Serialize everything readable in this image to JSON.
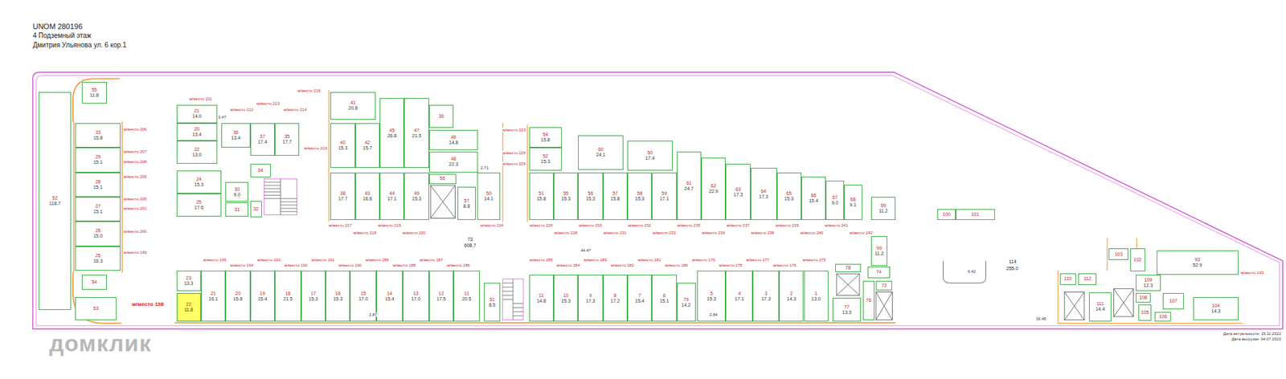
{
  "diagram": {
    "title": "UNOM 280196",
    "nodes": [
      {
        "text": [
          "55",
          "11.8"
        ]
      },
      {
        "text": [
          "52",
          "118.7"
        ]
      },
      {
        "text": [
          "33",
          "15.8"
        ]
      },
      {
        "text": [
          "29",
          "15.1"
        ]
      },
      {
        "text": [
          "28",
          "15.1"
        ]
      },
      {
        "text": [
          "27",
          "15.1"
        ]
      },
      {
        "text": [
          "26",
          "15.0"
        ]
      },
      {
        "text": [
          "25",
          "16.3"
        ]
      },
      {
        "text": [
          "54"
        ]
      },
      {
        "text": [
          "53"
        ]
      },
      {
        "text": [
          "21",
          "14.0"
        ]
      },
      {
        "text": [
          "20",
          "13.4"
        ]
      },
      {
        "text": [
          "36",
          "13.4"
        ]
      },
      {
        "text": [
          "37",
          "17.4"
        ]
      },
      {
        "text": [
          "35",
          "17.7"
        ]
      },
      {
        "text": [
          "22",
          "13.0"
        ]
      },
      {
        "text": [
          "24",
          "15.3"
        ]
      },
      {
        "text": [
          "25",
          "17.6"
        ]
      },
      {
        "text": [
          "34"
        ]
      },
      {
        "text": [
          "30",
          "9.0"
        ]
      },
      {
        "text": [
          "31"
        ]
      },
      {
        "text": [
          "32"
        ]
      },
      {
        "text": [
          "41",
          "20.8"
        ]
      },
      {
        "text": [
          "40",
          "15.3"
        ]
      },
      {
        "text": [
          "42",
          "15.7"
        ]
      },
      {
        "text": [
          "45",
          "26.8"
        ]
      },
      {
        "text": [
          "47",
          "21.5"
        ]
      },
      {
        "text": [
          "36"
        ]
      },
      {
        "text": [
          "46",
          "14.8"
        ]
      },
      {
        "text": [
          "48",
          "22.3"
        ]
      },
      {
        "text": [
          "38",
          "17.7"
        ]
      },
      {
        "text": [
          "43",
          "16.8"
        ]
      },
      {
        "text": [
          "44",
          "17.1"
        ]
      },
      {
        "text": [
          "49",
          "15.3"
        ]
      },
      {
        "text": [
          "55"
        ]
      },
      {
        "text": [
          "57",
          "8.8"
        ]
      },
      {
        "text": [
          "50",
          "14.1"
        ]
      },
      {
        "text": [
          "54",
          "15.8"
        ]
      },
      {
        "text": [
          "52",
          "15.3"
        ]
      },
      {
        "text": [
          "60",
          "24.1"
        ]
      },
      {
        "text": [
          "50",
          "17.4"
        ]
      },
      {
        "text": [
          "51",
          "15.8"
        ]
      },
      {
        "text": [
          "55",
          "15.3"
        ]
      },
      {
        "text": [
          "56",
          "15.3"
        ]
      },
      {
        "text": [
          "57",
          "15.8"
        ]
      },
      {
        "text": [
          "58",
          "15.3"
        ]
      },
      {
        "text": [
          "59",
          "17.1"
        ]
      },
      {
        "text": [
          "61",
          "24.7"
        ]
      },
      {
        "text": [
          "62",
          "22.9"
        ]
      },
      {
        "text": [
          "63",
          "17.3"
        ]
      },
      {
        "text": [
          "64",
          "17.3"
        ]
      },
      {
        "text": [
          "65",
          "15.3"
        ]
      },
      {
        "text": [
          "66",
          "15.4"
        ]
      },
      {
        "text": [
          "67",
          "9.0"
        ]
      },
      {
        "text": [
          "68",
          "9.1"
        ]
      },
      {
        "text": [
          "69",
          "11.2"
        ]
      },
      {
        "text": [
          "100"
        ]
      },
      {
        "text": [
          "101"
        ]
      },
      {
        "text": [
          "99",
          "11.2"
        ]
      },
      {
        "text": [
          "23",
          "13.3"
        ]
      },
      {
        "text": [
          "22",
          "11.8"
        ]
      },
      {
        "text": [
          "21",
          "16.1"
        ]
      },
      {
        "text": [
          "20",
          "15.8"
        ]
      },
      {
        "text": [
          "19",
          "15.4"
        ]
      },
      {
        "text": [
          "18",
          "21.5"
        ]
      },
      {
        "text": [
          "17",
          "15.3"
        ]
      },
      {
        "text": [
          "16",
          "15.3"
        ]
      },
      {
        "text": [
          "15",
          "17.0"
        ]
      },
      {
        "text": [
          "14",
          "15.4"
        ]
      },
      {
        "text": [
          "13",
          "17.0"
        ]
      },
      {
        "text": [
          "12",
          "17.5"
        ]
      },
      {
        "text": [
          "11",
          "20.5"
        ]
      },
      {
        "text": [
          "51",
          "8.5"
        ]
      },
      {
        "text": [
          "11",
          "14.8"
        ]
      },
      {
        "text": [
          "10",
          "15.3"
        ]
      },
      {
        "text": [
          "9",
          "17.3"
        ]
      },
      {
        "text": [
          "8",
          "17.2"
        ]
      },
      {
        "text": [
          "7",
          "15.4"
        ]
      },
      {
        "text": [
          "6",
          "15.1"
        ]
      },
      {
        "text": [
          "79",
          "14.2"
        ]
      },
      {
        "text": [
          "5",
          "15.3"
        ]
      },
      {
        "text": [
          "4",
          "17.1"
        ]
      },
      {
        "text": [
          "3",
          "17.3"
        ]
      },
      {
        "text": [
          "2",
          "14.3"
        ]
      },
      {
        "text": [
          "1",
          "13.0"
        ]
      },
      {
        "text": [
          "78"
        ]
      },
      {
        "text": [
          "77",
          "13.3"
        ]
      },
      {
        "text": [
          "74"
        ]
      },
      {
        "text": [
          "76"
        ]
      },
      {
        "text": [
          "72"
        ]
      },
      {
        "text": [
          "103"
        ]
      },
      {
        "text": [
          "93",
          "52.9"
        ]
      },
      {
        "text": [
          "102"
        ]
      },
      {
        "text": [
          "110"
        ]
      },
      {
        "text": [
          "112"
        ]
      },
      {
        "text": [
          "111",
          "14.4"
        ]
      },
      {
        "text": [
          "109",
          "12.3"
        ]
      },
      {
        "text": [
          "108"
        ]
      },
      {
        "text": [
          "105"
        ]
      },
      {
        "text": [
          "107"
        ]
      },
      {
        "text": [
          "106"
        ]
      },
      {
        "text": [
          "104",
          "14.3"
        ]
      }
    ],
    "labels": [
      "4 Подземный этаж",
      "Дмитрия Ульянова ул. 6 кор.1",
      "м/место 206",
      "м/место 207",
      "м/место 208",
      "м/место 209",
      "м/место 205",
      "м/место 201",
      "м/место 200",
      "м/место 199",
      "м/место 211",
      "м/место 212",
      "м/место 213",
      "м/место 214",
      "м/место 215",
      "м/место 216",
      "м/место 217",
      "м/место 218",
      "м/место 219",
      "м/место 220",
      "м/место 223",
      "м/место 225",
      "м/место 229",
      "м/место 224",
      "м/место 226",
      "м/место 228",
      "м/место 230",
      "м/место 231",
      "м/место 232",
      "м/место 233",
      "м/место 235",
      "м/место 236",
      "м/место 237",
      "м/место 238",
      "м/место 239",
      "м/место 240",
      "м/место 241",
      "м/место 242",
      "м/место 195",
      "м/место 194",
      "м/место 193",
      "м/место 192",
      "м/место 191",
      "м/место 190",
      "м/место 189",
      "м/место 188",
      "м/место 187",
      "м/место 186",
      "м/место 185",
      "м/место 184",
      "м/место 183",
      "м/место 182",
      "м/место 181",
      "м/место 180",
      "м/место 179",
      "м/место 178",
      "м/место 177",
      "м/место 176",
      "м/место 175",
      "м/место 198",
      "м/место 243",
      "73",
      "608.7",
      "114",
      "255.0",
      "44.47",
      "6.42",
      "16.48",
      "3.47",
      "2.71",
      "2.84",
      "2.87",
      "Дата актуальности: 15.11.2022",
      "Дата выгрузки: 04.07.2022",
      "домклик"
    ]
  }
}
